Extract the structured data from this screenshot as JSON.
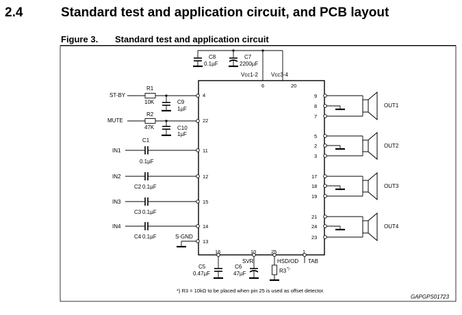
{
  "header": {
    "section_number": "2.4",
    "section_title": "Standard test and application circuit, and PCB layout",
    "figure_label": "Figure 3.",
    "figure_title": "Standard test and application circuit"
  },
  "signals": {
    "st_by": "ST-BY",
    "mute": "MUTE",
    "in1": "IN1",
    "in2": "IN2",
    "in3": "IN3",
    "in4": "IN4",
    "s_gnd": "S-GND",
    "vcc1_2": "Vcc1-2",
    "vcc3_4": "Vcc3-4",
    "svr": "SVR",
    "hsd_od": "HSD/OD",
    "tab": "TAB"
  },
  "components": {
    "c8": {
      "name": "C8",
      "value": "0.1µF"
    },
    "c7": {
      "name": "C7",
      "value": "2200µF"
    },
    "r1": {
      "name": "R1",
      "value": "10K"
    },
    "r2": {
      "name": "R2",
      "value": "47K"
    },
    "c9": {
      "name": "C9",
      "value": "1µF"
    },
    "c10": {
      "name": "C10",
      "value": "1µF"
    },
    "c1": {
      "name": "C1",
      "value": "0.1µF"
    },
    "c2": {
      "name": "C2",
      "value": "0.1µF"
    },
    "c3": {
      "name": "C3",
      "value": "0.1µF"
    },
    "c4": {
      "name": "C4",
      "value": "0.1µF"
    },
    "c5": {
      "name": "C5",
      "value": "0.47µF"
    },
    "c6": {
      "name": "C6",
      "value": "47µF"
    },
    "r3": {
      "name": "R3",
      "sup": "*)"
    }
  },
  "pins": {
    "p4": "4",
    "p22": "22",
    "p11": "11",
    "p12": "12",
    "p15": "15",
    "p14": "14",
    "p13": "13",
    "p6": "6",
    "p20": "20",
    "p9": "9",
    "p8": "8",
    "p7": "7",
    "p5": "5",
    "p2": "2",
    "p3": "3",
    "p17": "17",
    "p18": "18",
    "p19": "19",
    "p21": "21",
    "p24": "24",
    "p23": "23",
    "p16": "16",
    "p10": "10",
    "p25": "25",
    "p1": "1"
  },
  "outputs": {
    "out1": "OUT1",
    "out2": "OUT2",
    "out3": "OUT3",
    "out4": "OUT4"
  },
  "footnote": "*) R3 = 10kΩ to be placed when pin 25 is used as offset detector.",
  "drawing_code": "GAPGPS01723"
}
